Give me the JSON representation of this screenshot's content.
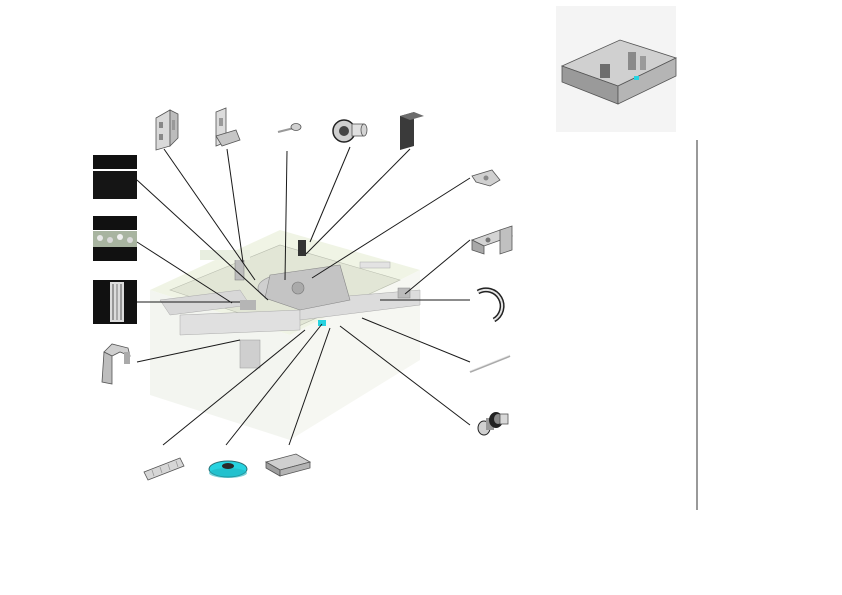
{
  "diagram": {
    "type": "exploded-parts-view",
    "colors": {
      "background": "#ffffff",
      "leader_line": "#1a1a1a",
      "part_gray": "#d9d9d9",
      "part_dark": "#8c8c8c",
      "highlight": "#27d3e0",
      "assembly_tint": "#eef3e2",
      "thumbnail_bg": "#ececec"
    },
    "parts": [
      {
        "id": "bracket-tall-left",
        "icon": "bracket-icon"
      },
      {
        "id": "bracket-tall-mid",
        "icon": "bracket-icon"
      },
      {
        "id": "key-pin",
        "icon": "key-icon"
      },
      {
        "id": "roller-wheel",
        "icon": "roller-icon"
      },
      {
        "id": "angle-plate",
        "icon": "angle-plate-icon"
      },
      {
        "id": "label-strip-dark",
        "icon": "label-icon"
      },
      {
        "id": "label-strip-textured",
        "icon": "label-icon"
      },
      {
        "id": "label-strip-barcode",
        "icon": "label-icon"
      },
      {
        "id": "spring-clip",
        "icon": "clip-icon"
      },
      {
        "id": "cam-plate",
        "icon": "cam-icon"
      },
      {
        "id": "corner-bracket",
        "icon": "corner-bracket-icon"
      },
      {
        "id": "e-ring",
        "icon": "e-ring-icon"
      },
      {
        "id": "shaft-rod",
        "icon": "rod-icon"
      },
      {
        "id": "stepped-pin",
        "icon": "pin-icon"
      },
      {
        "id": "coil-spring",
        "icon": "spring-icon"
      },
      {
        "id": "gear-washer",
        "icon": "washer-icon",
        "highlighted": true
      },
      {
        "id": "flat-pad",
        "icon": "pad-icon"
      }
    ],
    "assembly": {
      "icon": "mechanism-assembly-icon"
    },
    "thumbnail": {
      "icon": "assembled-unit-icon"
    }
  }
}
